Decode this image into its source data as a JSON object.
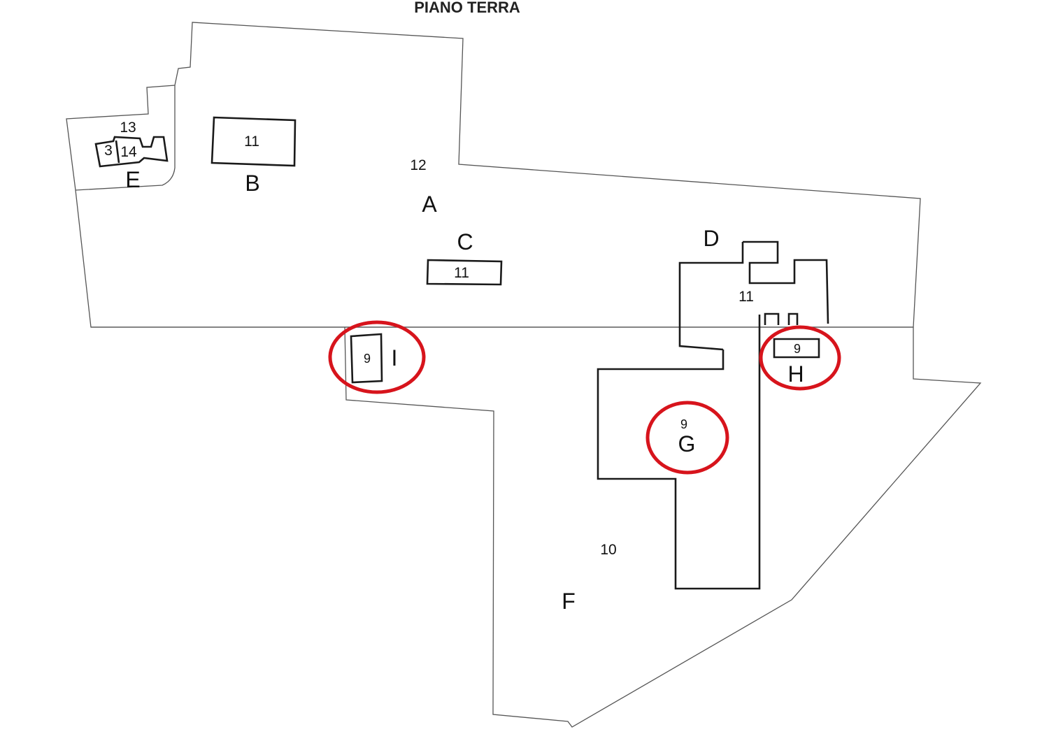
{
  "plan": {
    "title": "PIANO TERRA",
    "zones": {
      "a": "A",
      "b": "B",
      "c": "C",
      "d": "D",
      "e": "E",
      "f": "F",
      "g": "G",
      "h": "H",
      "i": "I"
    },
    "numbers": {
      "area_12": "12",
      "area_13": "13",
      "area_10": "10",
      "room_b": "11",
      "room_c": "11",
      "room_d": "11",
      "room_e_3": "3",
      "room_e_14": "14",
      "room_g": "9",
      "room_h": "9",
      "room_i": "9"
    },
    "highlight_color": "#d7141c"
  }
}
